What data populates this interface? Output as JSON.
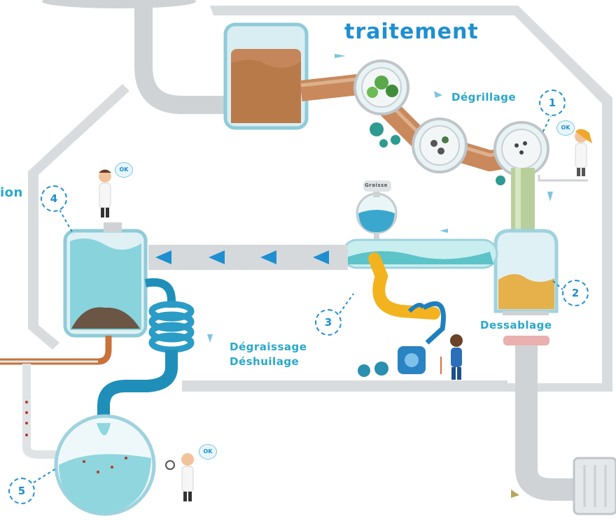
{
  "title": "traitement",
  "partial_label": "ion",
  "steps": {
    "degrillage": "Dégrillage",
    "dessablage": "Dessablage",
    "degraissage_line1": "Dégraissage",
    "degraissage_line2": "Déshuilage",
    "graisse": "Graisse"
  },
  "numbers": [
    "1",
    "2",
    "3",
    "4",
    "5"
  ],
  "ok_bubble": "OK",
  "colors": {
    "accent_blue": "#1f8fd0",
    "label_cyan": "#29a8c9",
    "pipe_grey": "#cfd3d6",
    "water": "#7fd0dd",
    "sludge_brown": "#b97a4a"
  }
}
